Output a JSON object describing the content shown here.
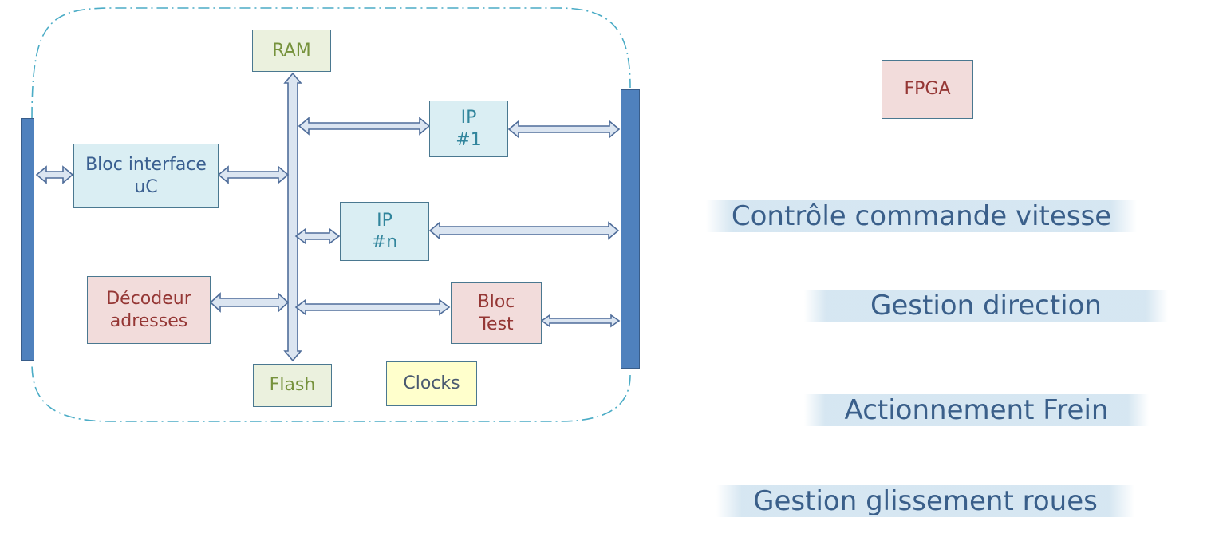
{
  "blocks": {
    "ram": "RAM",
    "flash": "Flash",
    "clocks": "Clocks",
    "fpga": "FPGA",
    "bloc_interface": [
      "Bloc interface",
      "uC"
    ],
    "decodeur": [
      "Décodeur",
      "adresses"
    ],
    "ip1": [
      "IP",
      "#1"
    ],
    "ipn": [
      "IP",
      "#n"
    ],
    "bloc_test": [
      "Bloc",
      "Test"
    ]
  },
  "functions": [
    "Contrôle commande vitesse",
    "Gestion direction",
    "Actionnement Frein",
    "Gestion glissement roues"
  ],
  "colors": {
    "bus_bar": "#4f81bd",
    "boundary": "#4bacc6",
    "arrow_fill": "#dbe5f1",
    "arrow_stroke": "#4f6d9a",
    "block_blue": "#daeef3",
    "block_green": "#ebf1de",
    "block_red": "#f2dcdb",
    "block_yellow": "#ffffcc",
    "function_text": "#3a5f8a"
  }
}
